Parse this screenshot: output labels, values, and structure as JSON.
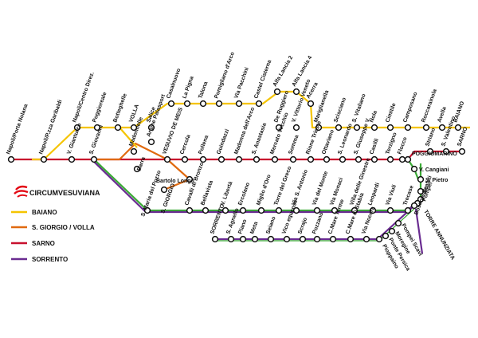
{
  "brand": {
    "name": "CIRCUMVESUVIANA",
    "logo_color": "#e30613"
  },
  "colors": {
    "baiano": "#f5c400",
    "sgiorgio_volla": "#e06a10",
    "sarno": "#c8102e",
    "sorrento": "#6a2c91",
    "green": "#3aaa35",
    "station_fill": "#ffffff",
    "station_stroke": "#111111"
  },
  "legend": [
    {
      "key": "baiano",
      "label": "BAIANO"
    },
    {
      "key": "sgiorgio_volla",
      "label": "S. GIORGIO / VOLLA"
    },
    {
      "key": "sarno",
      "label": "SARNO"
    },
    {
      "key": "sorrento",
      "label": "SORRENTO"
    }
  ],
  "stations": {
    "napoli_porta_nolana": "Napoli/Porta Nolana",
    "napoli_garibaldi": "Napoli/P.zza Garibaldi",
    "v_gianturco": "V. Gianturco",
    "s_giovanni": "S. Giovanni",
    "napoli_centro_direz": "Napoli/Centro Direz.",
    "poggioreale": "Poggioreale",
    "botteghelle": "Botteghelle",
    "volla": "VOLLA",
    "salice": "Salice",
    "casalnuovo": "Casalnuovo",
    "la_pigna": "La Pigna",
    "talona": "Talona",
    "pomigliano_arco": "Pomigliano d'Arco",
    "via_pacchini": "Via Pacchini",
    "castel_cisterna": "Castel Cisterna",
    "alfa_lancia_2": "Alfa Lancia 2",
    "alfa_lancia_4": "Alfa Lancia 4",
    "acerra": "Acerra",
    "de_ruggiero": "De Ruggiero",
    "v_vittorio_veneto": "V. Vittorio Veneto",
    "mariglianella": "Mariglianella",
    "scisciano": "Scisciano",
    "s_vitaliano": "S. Vitaliano",
    "nola": "Nola",
    "cimitile": "Cimitile",
    "camposano": "Camposano",
    "roccarainola": "Roccarainola",
    "avella": "Avella",
    "baiano": "BAIANO",
    "madonnelle": "Madonnelle",
    "argine_palasport": "Argine Palasport",
    "vesuvio_de_meis": "VESUVIO DE MEIS",
    "cercola": "Cercola",
    "pollena": "Pollena",
    "guindazzi": "Guindazzi",
    "madonna_arco": "Madonna dell'Arco",
    "s_anastasia": "S. Anastasia",
    "mercato_vecchio": "Mercato Vecchio",
    "somma": "Somma",
    "rione_trieste": "Rione Trieste",
    "ottaviano": "Ottaviano",
    "s_leonardo": "S. Leonardo",
    "s_giuseppe": "S. Giuseppe V.",
    "casilli": "Casilli",
    "terzigno": "Terzigno",
    "flocco": "Flocco",
    "poggiomarino": "POGGIOMARINO",
    "striano": "Striano",
    "s_valentino": "S. Valentino",
    "sarno": "SARNO",
    "barra": "Barra",
    "bartolo_longo": "Bartolo Longo",
    "s_maria_pozzo": "S. Maria del Pozzo",
    "s_giorgio": "S. GIORGIO",
    "cavalli_di_bronzo": "Cavalli di Bronzo",
    "bellavista": "Bellavista",
    "v_liberta": "V. Libertà",
    "ercolano": "Ercolano",
    "miglio_oro": "Miglio d'Oro",
    "torre_del_greco": "Torre del Greco",
    "via_s_antonio": "Via S. Antonio",
    "via_del_monte": "Via del Monte",
    "via_monaci": "Via Monaci",
    "villa_regina": "Villa delle Ginestre",
    "leopardi": "Leopardi",
    "via_viuli": "Via Viuli",
    "trecase": "Trecase",
    "v_cangiani": "V. Cangiani",
    "s_pietro": "S. Pietro",
    "scafati": "Scafati",
    "pompei": "Pompei",
    "boscoreale": "Boscoreale",
    "torre_annunziata": "TORRE ANNUNZIATA",
    "pompei_scavi": "Pompei Scavi",
    "moregine": "Moregine",
    "ponte_persica": "Ponte Persica",
    "pioppaino": "Pioppaino",
    "sorrento": "SORRENTO",
    "s_agnello": "S. Agnello",
    "piano": "Piano",
    "meta": "Meta",
    "seiano": "Seiano",
    "vico_equense": "Vico equense",
    "scrajo": "Scrajo",
    "pozzano": "Pozzano",
    "cmare_terme": "C.Mare Terme",
    "cmare_stabia": "C.Mare di Stabia",
    "via_nocera": "Via Nocera"
  }
}
